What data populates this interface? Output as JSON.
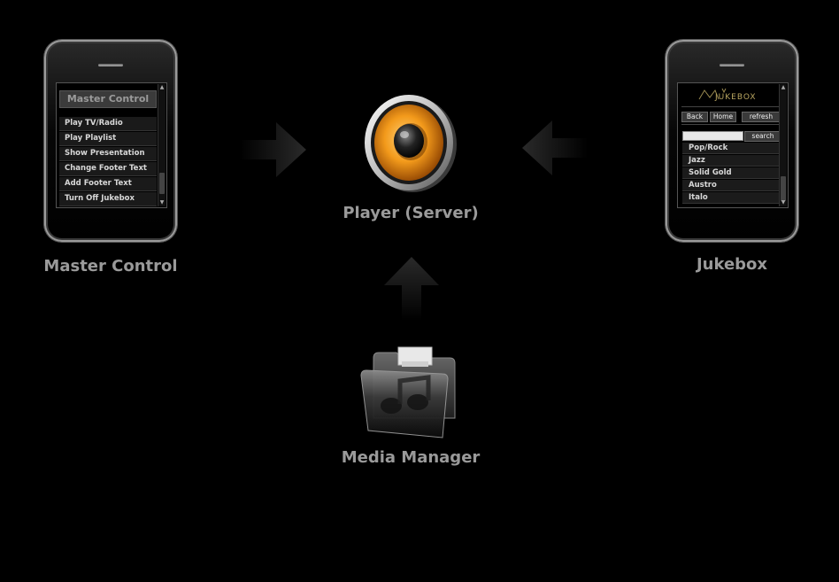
{
  "nodes": {
    "master_control": {
      "caption": "Master Control",
      "screen_title": "Master Control",
      "items": [
        "Play TV/Radio",
        "Play Playlist",
        "Show Presentation",
        "Change Footer Text",
        "Add Footer Text",
        "Turn Off Jukebox"
      ]
    },
    "player": {
      "caption": "Player (Server)"
    },
    "jukebox": {
      "caption": "Jukebox",
      "logo_text": "JUKEBOX",
      "buttons": {
        "back": "Back",
        "home": "Home",
        "refresh": "refresh"
      },
      "search_label": "search",
      "items": [
        "Pop/Rock",
        "Jazz",
        "Solid Gold",
        "Austro",
        "Italo"
      ]
    },
    "media_manager": {
      "caption": "Media Manager"
    }
  },
  "colors": {
    "background": "#000000",
    "caption": "#9a9a9a",
    "speaker_accent": "#f39a1b"
  },
  "icons": {
    "player": "speaker-icon",
    "media_manager": "music-folder-icon",
    "arrows": "arrow-icon"
  }
}
